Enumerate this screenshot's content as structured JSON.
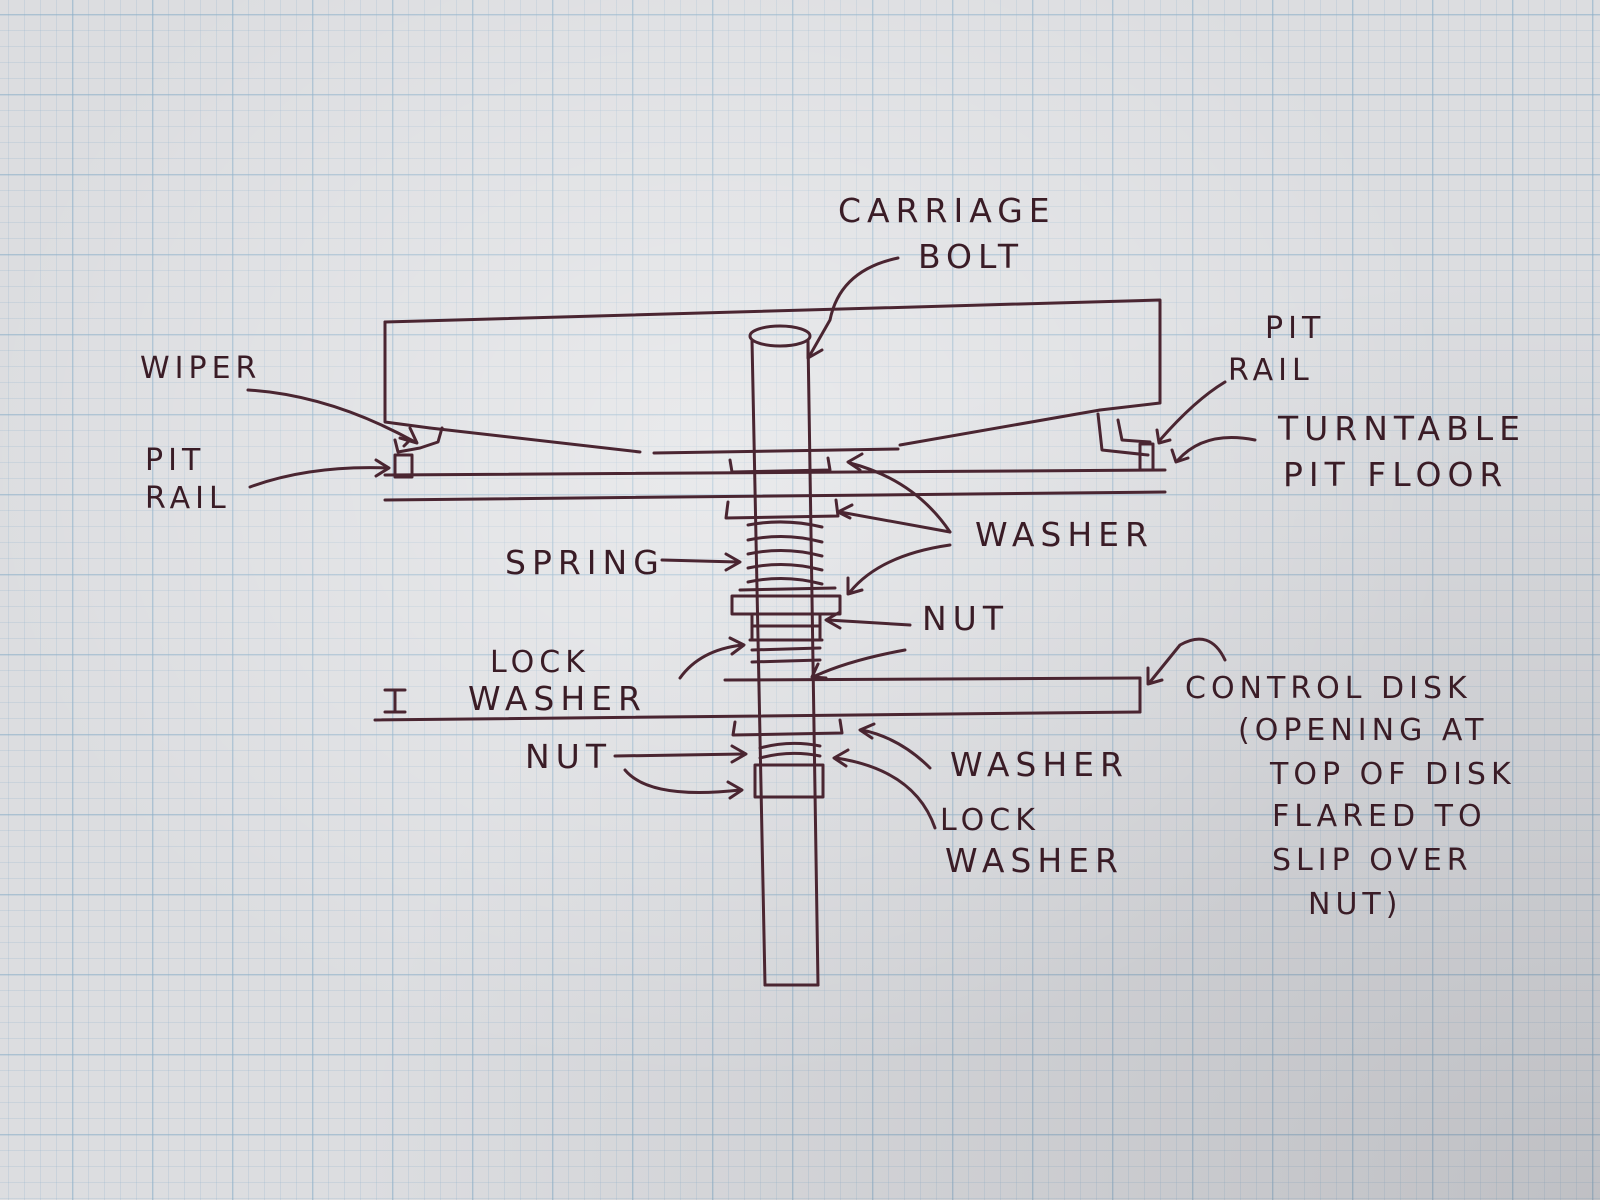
{
  "labels": {
    "carriage_bolt_1": "CARRIAGE",
    "carriage_bolt_2": "BOLT",
    "wiper_left": "WIPER",
    "pit_rail_left_1": "PIT",
    "pit_rail_left_2": "RAIL",
    "pit_rail_right_1": "PIT",
    "pit_rail_right_2": "RAIL",
    "turntable_pit_floor_1": "TURNTABLE",
    "turntable_pit_floor_2": "PIT FLOOR",
    "washer_top": "WASHER",
    "spring": "SPRING",
    "nut_top": "NUT",
    "lock_washer_left_1": "LOCK",
    "lock_washer_left_2": "WASHER",
    "control_disk_1": "CONTROL DISK",
    "control_disk_2": "(OPENING AT",
    "control_disk_3": "TOP OF DISK",
    "control_disk_4": "FLARED TO",
    "control_disk_5": "SLIP OVER",
    "control_disk_6": "NUT)",
    "nut_bottom": "NUT",
    "washer_bottom": "WASHER",
    "lock_washer_right_1": "LOCK",
    "lock_washer_right_2": "WASHER"
  },
  "colors": {
    "ink": "#4a2531",
    "paper": "#dcdde0",
    "grid": "#8cafc8"
  }
}
